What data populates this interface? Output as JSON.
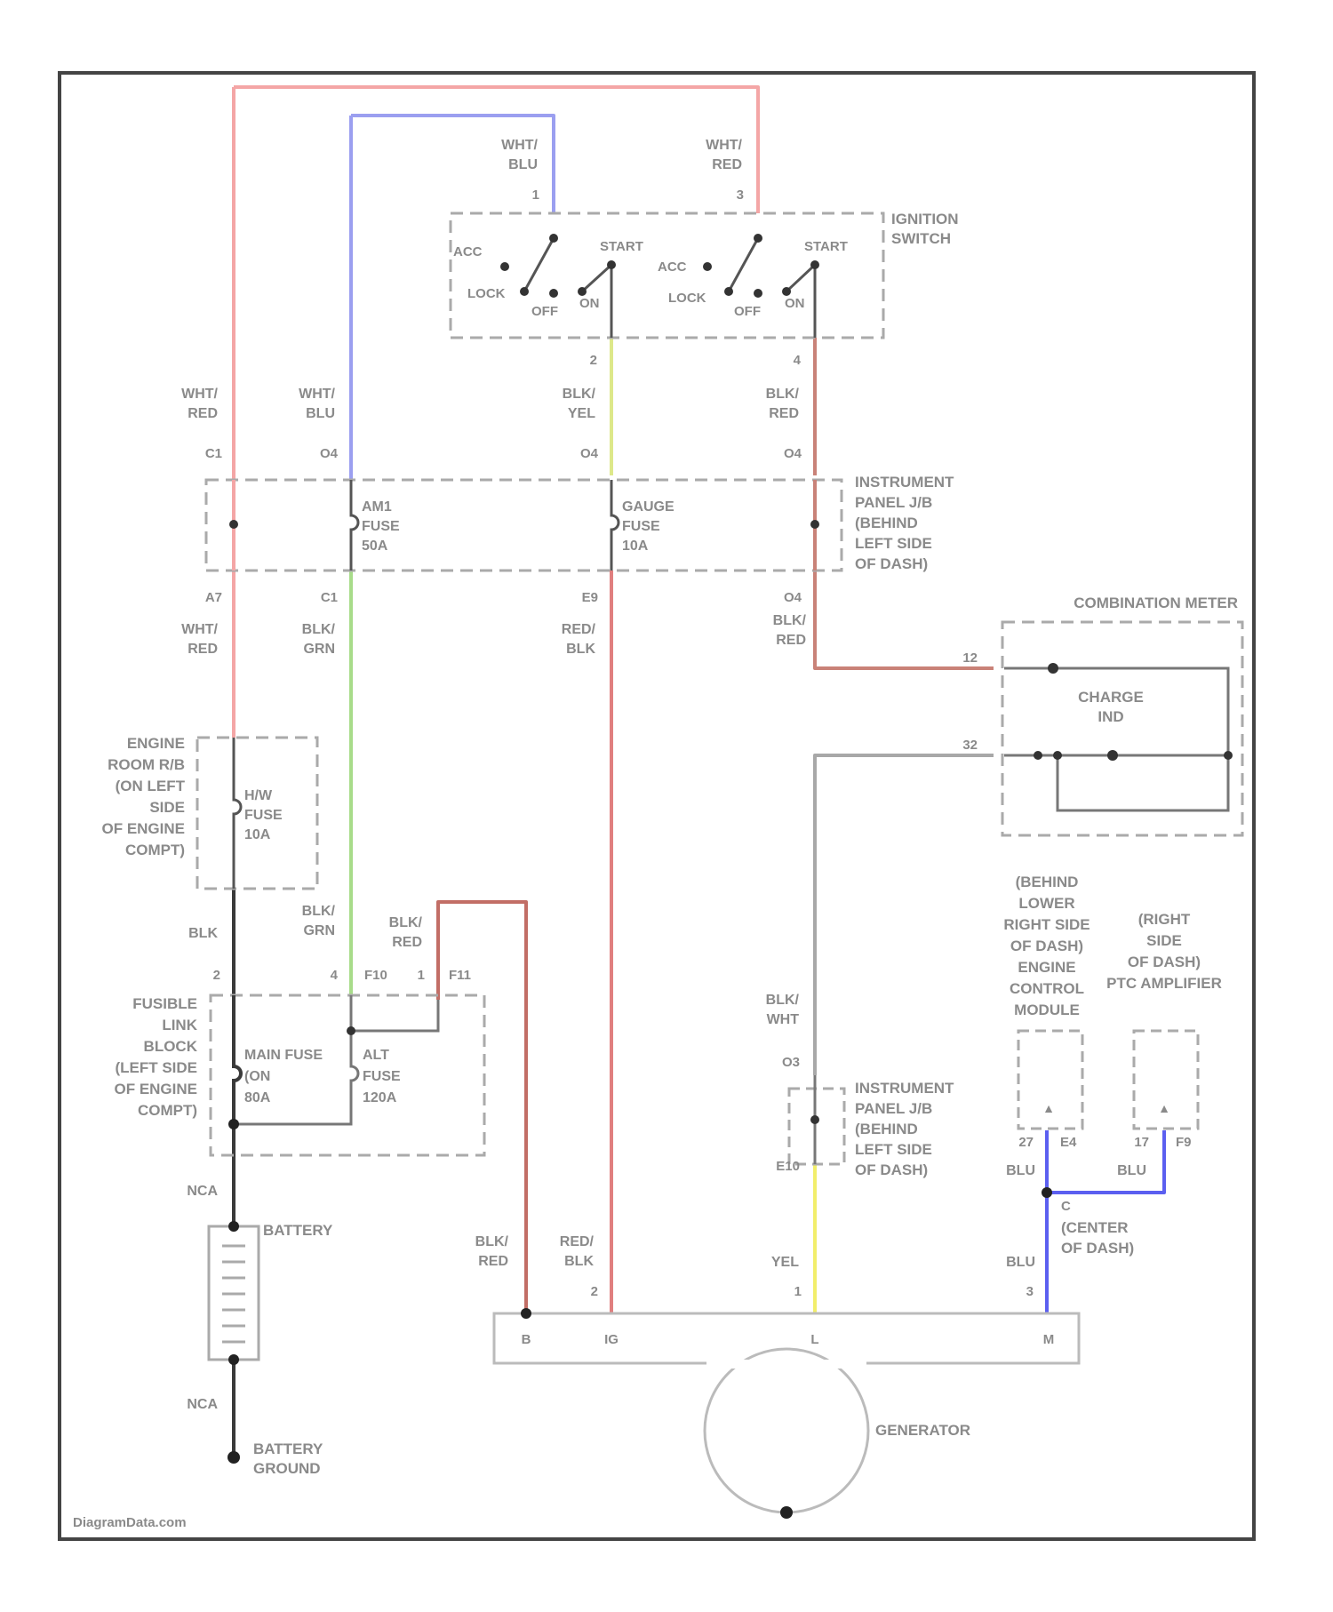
{
  "components": {
    "ignition_switch": [
      "IGNITION",
      "SWITCH"
    ],
    "ij_top": [
      "INSTRUMENT",
      "PANEL J/B",
      "(BEHIND",
      "LEFT SIDE",
      "OF DASH)"
    ],
    "ij_bottom": [
      "INSTRUMENT",
      "PANEL J/B",
      "(BEHIND",
      "LEFT SIDE",
      "OF DASH)"
    ],
    "combination_meter": "COMBINATION METER",
    "charge_ind": [
      "CHARGE",
      "IND"
    ],
    "engine_room_rb": [
      "ENGINE",
      "ROOM R/B",
      "(ON LEFT",
      "SIDE",
      "OF ENGINE",
      "COMPT)"
    ],
    "fusible_link_block": [
      "FUSIBLE",
      "LINK",
      "BLOCK",
      "(LEFT SIDE",
      "OF ENGINE",
      "COMPT)"
    ],
    "battery": "BATTERY",
    "battery_ground": [
      "BATTERY",
      "GROUND"
    ],
    "generator": "GENERATOR",
    "ecm": [
      "(BEHIND",
      "LOWER",
      "RIGHT SIDE",
      "OF DASH)",
      "ENGINE",
      "CONTROL",
      "MODULE"
    ],
    "ptc": [
      "(RIGHT",
      "SIDE",
      "OF DASH)",
      "PTC AMPLIFIER"
    ],
    "center_of_dash": [
      "(CENTER",
      "OF DASH)"
    ]
  },
  "fuses": {
    "am1": [
      "AM1",
      "FUSE",
      "50A"
    ],
    "gauge": [
      "GAUGE",
      "FUSE",
      "10A"
    ],
    "hiw": [
      "H/W",
      "FUSE",
      "10A"
    ],
    "main": [
      "MAIN FUSE",
      "(ON",
      "80A"
    ],
    "alt": [
      "ALT",
      "FUSE",
      "120A"
    ]
  },
  "switch_positions": {
    "acc": "ACC",
    "lock": "LOCK",
    "off": "OFF",
    "on": "ON",
    "start": "START"
  },
  "wires": {
    "sw_in1": [
      "WHT/",
      "BLU"
    ],
    "sw_in2": [
      "WHT/",
      "RED"
    ],
    "left_whtred_top": [
      "WHT/",
      "RED"
    ],
    "left_whtblu": [
      "WHT/",
      "BLU"
    ],
    "blk_yel": [
      "BLK/",
      "YEL"
    ],
    "blk_red_top": [
      "BLK/",
      "RED"
    ],
    "left_whtred_mid": [
      "WHT/",
      "RED"
    ],
    "blk_grn_mid": [
      "BLK/",
      "GRN"
    ],
    "red_blk_mid": [
      "RED/",
      "BLK"
    ],
    "blk_red_mid": [
      "BLK/",
      "RED"
    ],
    "blk": "BLK",
    "blk_grn_low": [
      "BLK/",
      "GRN"
    ],
    "blk_red_low": [
      "BLK/",
      "RED"
    ],
    "blk_wht": [
      "BLK/",
      "WHT"
    ],
    "nca_top": "NCA",
    "nca_bottom": "NCA",
    "blk_red_bottom": [
      "BLK/",
      "RED"
    ],
    "red_blk_bottom": [
      "RED/",
      "BLK"
    ],
    "yel": "YEL",
    "blu_left": "BLU",
    "blu_right": "BLU",
    "blu_bottom": "BLU"
  },
  "pins": {
    "sw1": "1",
    "sw3": "3",
    "sw2": "2",
    "sw4": "4",
    "c1": "C1",
    "o4a": "O4",
    "o4b": "O4",
    "o4c": "O4",
    "a7": "A7",
    "c1b": "C1",
    "e9": "E9",
    "o4d": "O4",
    "p12": "12",
    "p32": "32",
    "p2a": "2",
    "p4a": "4",
    "f10": "F10",
    "p1a": "1",
    "f11": "F11",
    "o3": "O3",
    "e10": "E10",
    "p27": "27",
    "e4": "E4",
    "p17": "17",
    "f9": "F9",
    "pc": "C",
    "p2g": "2",
    "p1g": "1",
    "p3g": "3",
    "gB": "B",
    "gIG": "IG",
    "gL": "L",
    "gM": "M"
  },
  "watermark": "DiagramData.com",
  "colors": {
    "red": "#f4a6a6",
    "blue": "#9b9ff0",
    "green": "#a8dc8a",
    "yellow_green": "#dde88a",
    "brown": "#c98278",
    "red_blk": "#e07f7f",
    "blk_red": "#c26e66",
    "gray": "#a8a8a8",
    "black": "#3a3a3a",
    "yellow": "#f2ee6b",
    "blu": "#5b5ff0"
  }
}
